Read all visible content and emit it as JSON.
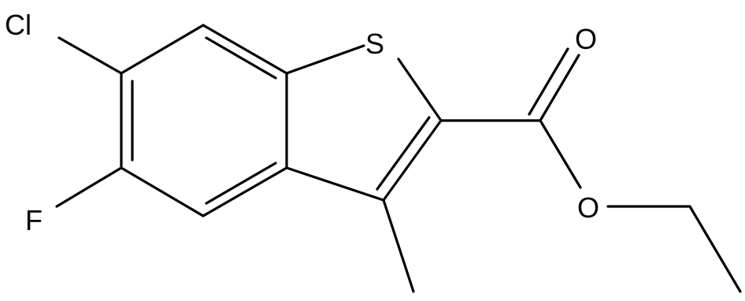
{
  "molecule": {
    "atoms": {
      "cl": "Cl",
      "f": "F",
      "s": "S",
      "o_carbonyl": "O",
      "o_ester": "O"
    },
    "colors": {
      "bond": "#000000",
      "label": "#000000",
      "background": "#ffffff"
    }
  }
}
